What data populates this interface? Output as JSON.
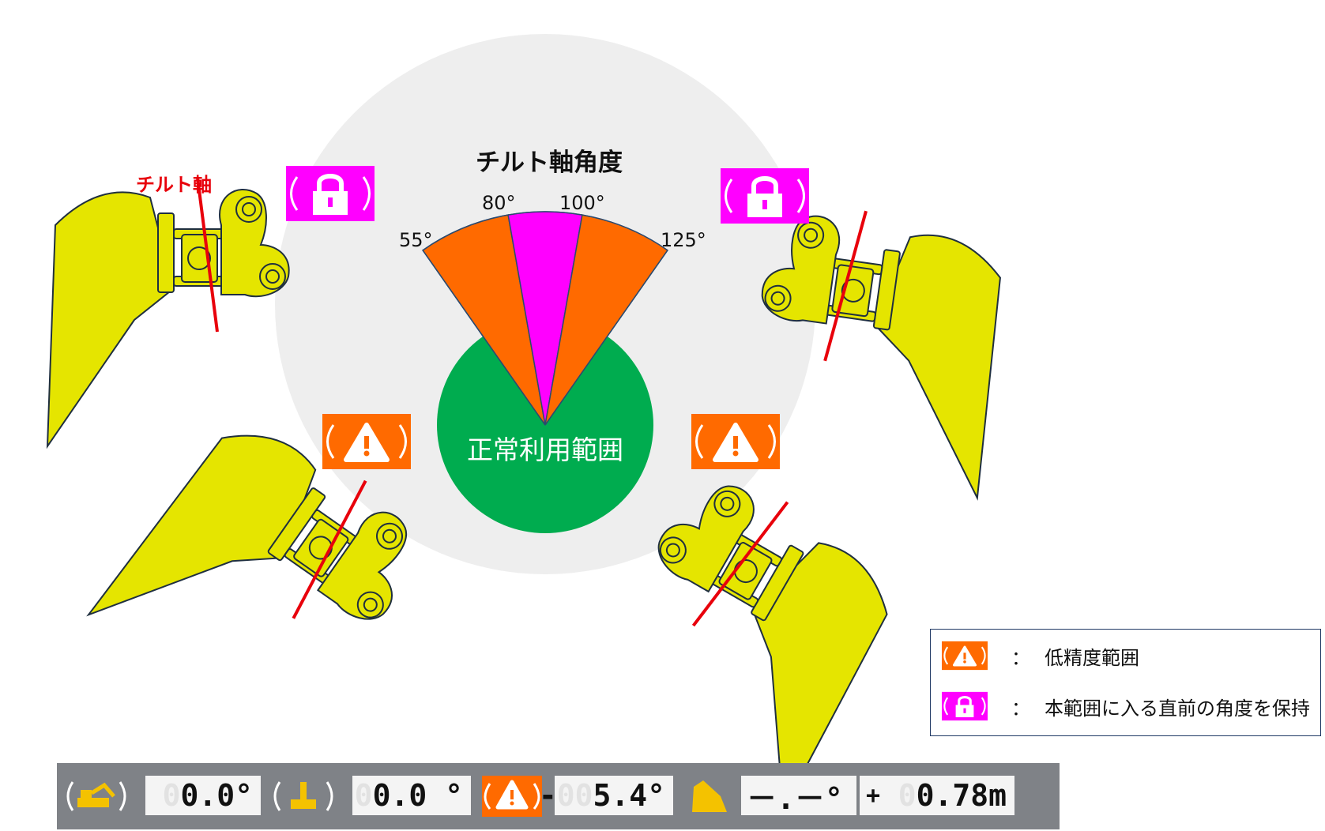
{
  "diagram": {
    "title": "チルト軸角度",
    "center_label": "正常利用範囲",
    "axis_label": "チルト軸",
    "angles": [
      "55°",
      "80°",
      "100°",
      "125°"
    ],
    "zones": [
      {
        "from_deg": 55,
        "to_deg": 80,
        "meaning": "low-precision",
        "color": "#ff6a00"
      },
      {
        "from_deg": 80,
        "to_deg": 100,
        "meaning": "hold-angle",
        "color": "#ff00ff"
      },
      {
        "from_deg": 100,
        "to_deg": 125,
        "meaning": "low-precision",
        "color": "#ff6a00"
      }
    ],
    "normal_zone_color": "#00ac4f",
    "background_circle_color": "#eeeeee",
    "bucket_color": "#e5e500",
    "tilt_axis_color": "#e8000b"
  },
  "legend": {
    "items": [
      {
        "icon": "warning-icon",
        "separator": "：",
        "text": "低精度範囲",
        "color": "#ff6a00"
      },
      {
        "icon": "lock-icon",
        "separator": "：",
        "text": "本範囲に入る直前の角度を保持",
        "color": "#ff00ff"
      }
    ]
  },
  "status_bar": {
    "pitch": {
      "ghost": "0",
      "value": "0.0°",
      "icon": "excavator-tilt-icon"
    },
    "roll": {
      "ghost": "0",
      "value": "0.0 °",
      "icon": "machine-roll-icon"
    },
    "tilt": {
      "sign": "-",
      "ghost": "00",
      "value": "5.4°",
      "icon": "bucket-tilt-icon",
      "warning_icon": "warning-icon"
    },
    "bucket_angle": {
      "value": "－.－°"
    },
    "height": {
      "sign": "+",
      "ghost": "0",
      "value": "0.78m"
    }
  }
}
